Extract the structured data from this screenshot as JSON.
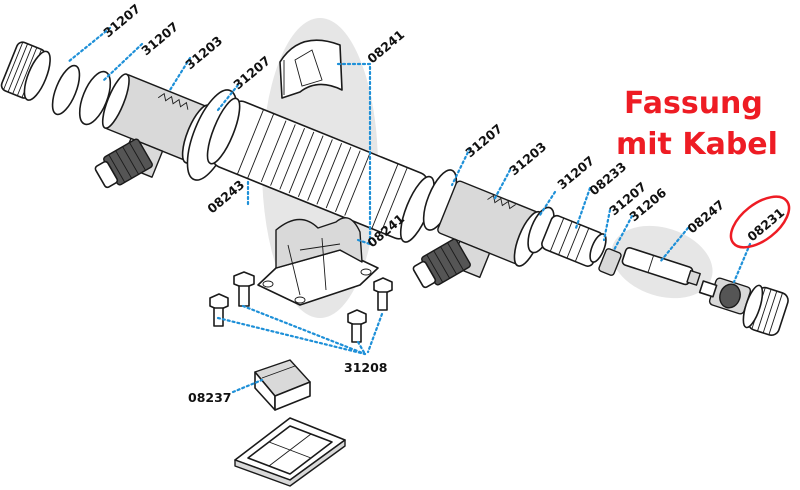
{
  "callout": {
    "line1": "Fassung",
    "line2": "mit Kabel",
    "color": "#ee1c24"
  },
  "leader_color": "#1e90d8",
  "highlight_color": "#e6e6e6",
  "part_labels": [
    {
      "id": "l1",
      "text": "31207"
    },
    {
      "id": "l2",
      "text": "31207"
    },
    {
      "id": "l3",
      "text": "31203"
    },
    {
      "id": "l4",
      "text": "31207"
    },
    {
      "id": "l5",
      "text": "08241"
    },
    {
      "id": "l6",
      "text": "08243"
    },
    {
      "id": "l7",
      "text": "08241"
    },
    {
      "id": "l8",
      "text": "31207"
    },
    {
      "id": "l9",
      "text": "31203"
    },
    {
      "id": "l10",
      "text": "31207"
    },
    {
      "id": "l11",
      "text": "08233"
    },
    {
      "id": "l12",
      "text": "31207"
    },
    {
      "id": "l13",
      "text": "31206"
    },
    {
      "id": "l14",
      "text": "08247"
    },
    {
      "id": "l15",
      "text": "08231"
    },
    {
      "id": "l16",
      "text": "31208"
    },
    {
      "id": "l17",
      "text": "08237"
    }
  ]
}
